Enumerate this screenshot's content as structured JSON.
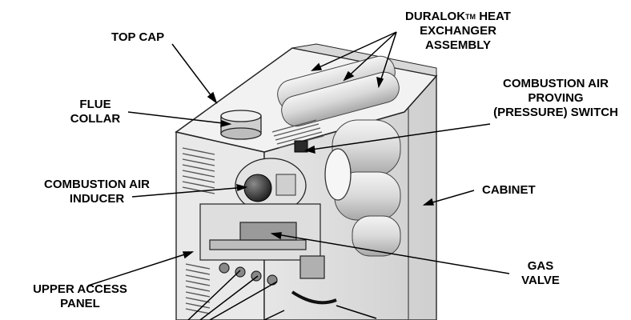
{
  "labels": {
    "top_cap": "TOP CAP",
    "flue_collar": [
      "FLUE",
      "COLLAR"
    ],
    "heat_exchanger": {
      "brand": "DURALOK",
      "trademark": "TM",
      "line1_rest": " HEAT",
      "line2": "EXCHANGER",
      "line3": "ASSEMBLY"
    },
    "pressure_switch": [
      "COMBUSTION AIR",
      "PROVING",
      "(PRESSURE) SWITCH"
    ],
    "inducer": [
      "COMBUSTION AIR",
      "INDUCER"
    ],
    "cabinet": "CABINET",
    "gas_valve": [
      "GAS",
      "VALVE"
    ],
    "upper_access_panel": [
      "UPPER ACCESS",
      "PANEL"
    ]
  }
}
